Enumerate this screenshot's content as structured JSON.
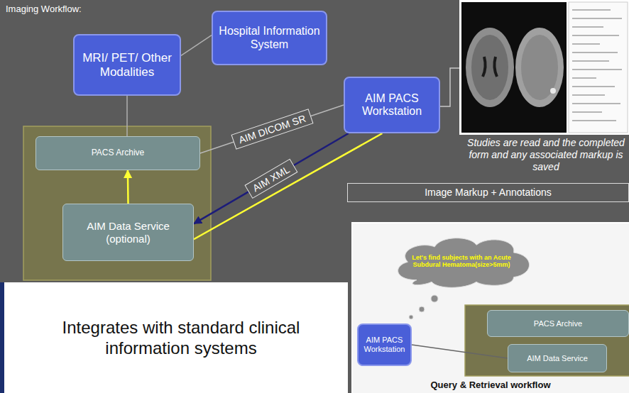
{
  "diagram": {
    "title": "Imaging Workflow:",
    "nodes": [
      {
        "text": [
          "MRI/ PET/ Other Modalities"
        ]
      },
      {
        "text": [
          "Hospital Information System"
        ]
      },
      {
        "text": [
          "PACS Archive"
        ]
      },
      {
        "text": [
          "AIM Data Service (optional)"
        ]
      },
      {
        "text": [
          "AIM PACS Workstation"
        ]
      },
      {
        "text": [
          "Image Markup + Annotations"
        ]
      },
      {
        "text": [
          "Let's find subjects with an Acute Subdural Hematoma(size>5mm)"
        ]
      },
      {
        "text": [
          "AIM PACS Workstation"
        ]
      },
      {
        "text": [
          "PACS Archive"
        ]
      },
      {
        "text": [
          "AIM Data Service"
        ]
      }
    ],
    "edges": [
      {
        "from": 0,
        "to": 1,
        "arrow": "none"
      },
      {
        "from": 0,
        "to": 2,
        "arrow": "none"
      },
      {
        "from": 2,
        "to": 4,
        "label": "AIM DICOM SR",
        "arrow": "none"
      },
      {
        "from": 4,
        "to": 3,
        "label": "AIM XML",
        "arrow": "to"
      },
      {
        "from": 3,
        "to": 4,
        "arrow": "none"
      },
      {
        "from": 3,
        "to": 2,
        "arrow": "to"
      },
      {
        "from": 7,
        "to": 9,
        "arrow": "none"
      }
    ],
    "labels": [
      "Studies are read and the completed form and any associated markup is saved",
      "Integrates with standard clinical information systems",
      "Query & Retrieval workflow"
    ]
  }
}
